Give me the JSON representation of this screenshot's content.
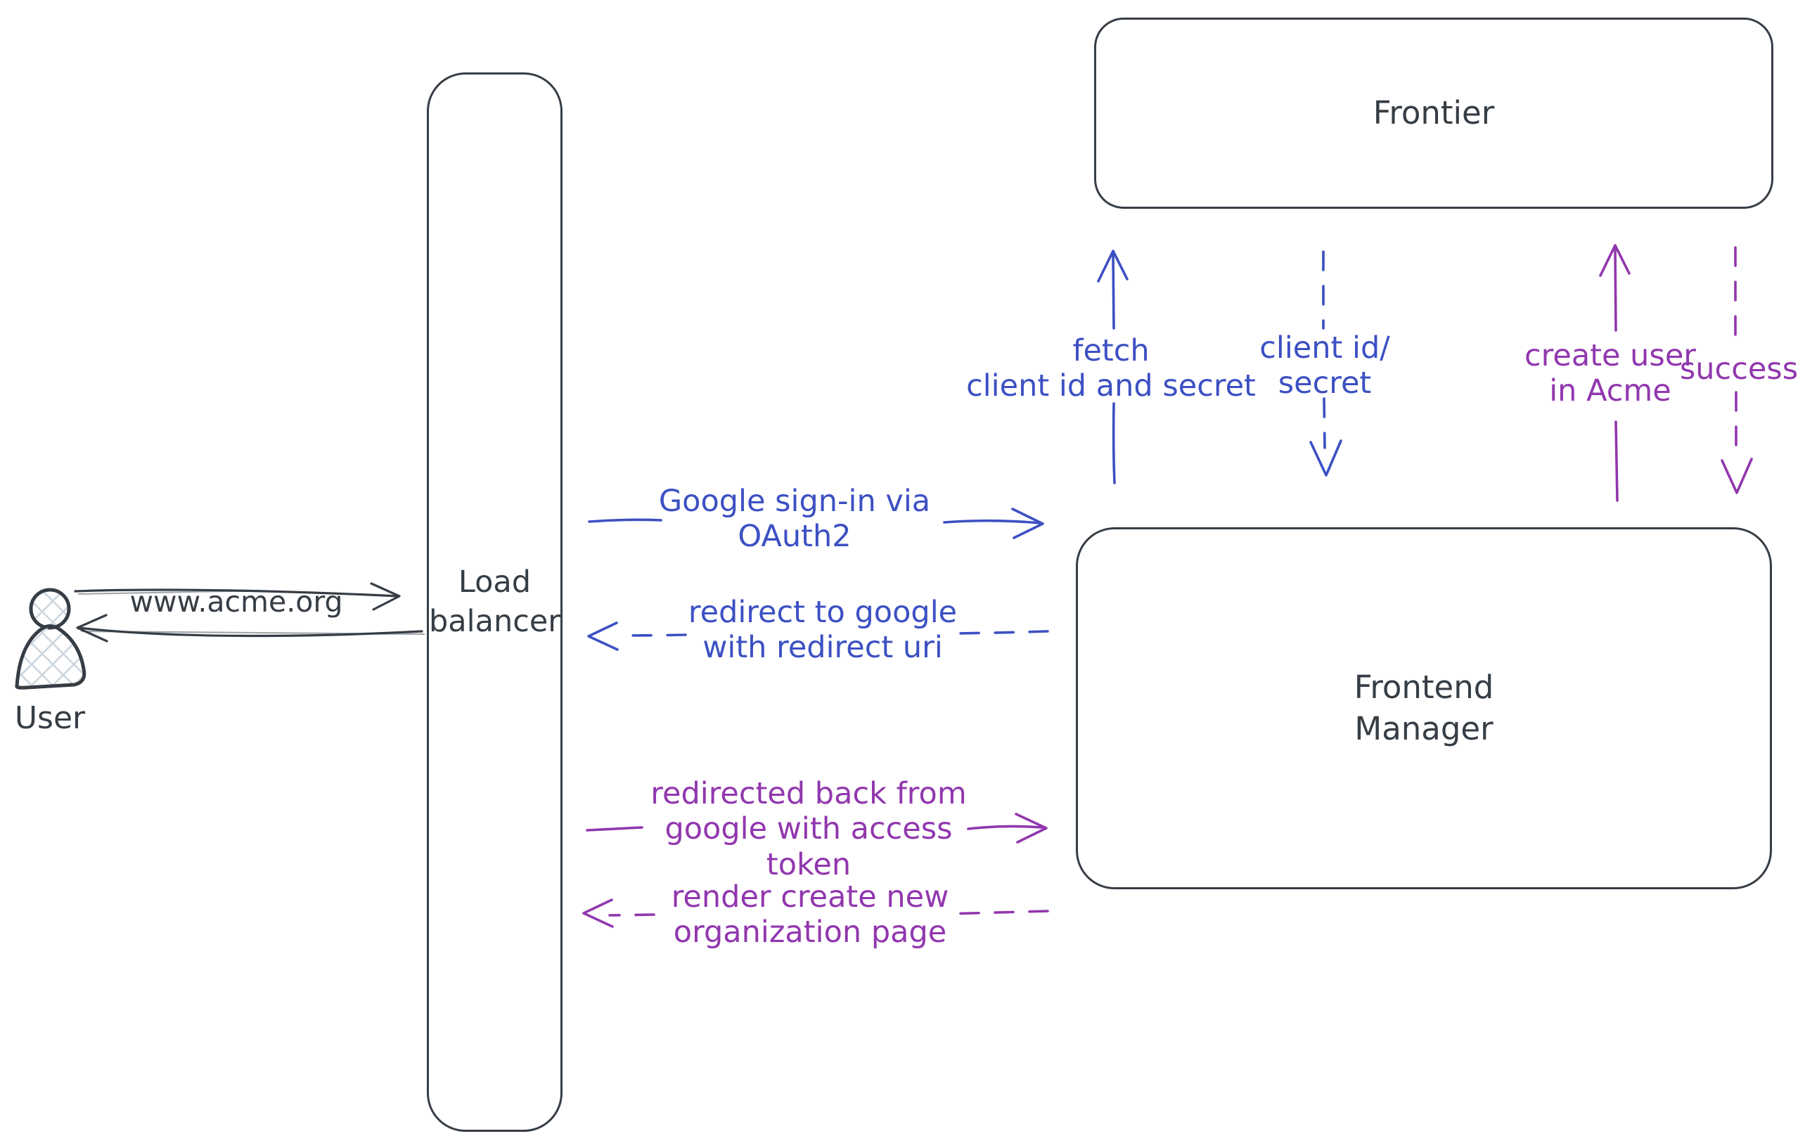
{
  "colors": {
    "stroke_dark": "#363d45",
    "arrow_blue": "#3c50c3",
    "arrow_purple": "#9137ae",
    "hatch": "#cdd6de",
    "background": "#ffffff"
  },
  "nodes": {
    "user": "User",
    "load_balancer": "Load\nbalancer",
    "frontier": "Frontier",
    "frontend_manager": "Frontend\nManager"
  },
  "messages": {
    "www_acme": "www.acme.org",
    "google_signin": "Google sign-in via\nOAuth2",
    "redirect_google": "redirect to google\nwith redirect uri",
    "redirected_back": "redirected back from\ngoogle with access\ntoken",
    "render_org_page": "render create new\norganization page",
    "fetch_client": "fetch\nclient id and secret",
    "client_id_secret": "client id/\nsecret",
    "create_user": "create user\nin Acme",
    "success": "success"
  }
}
